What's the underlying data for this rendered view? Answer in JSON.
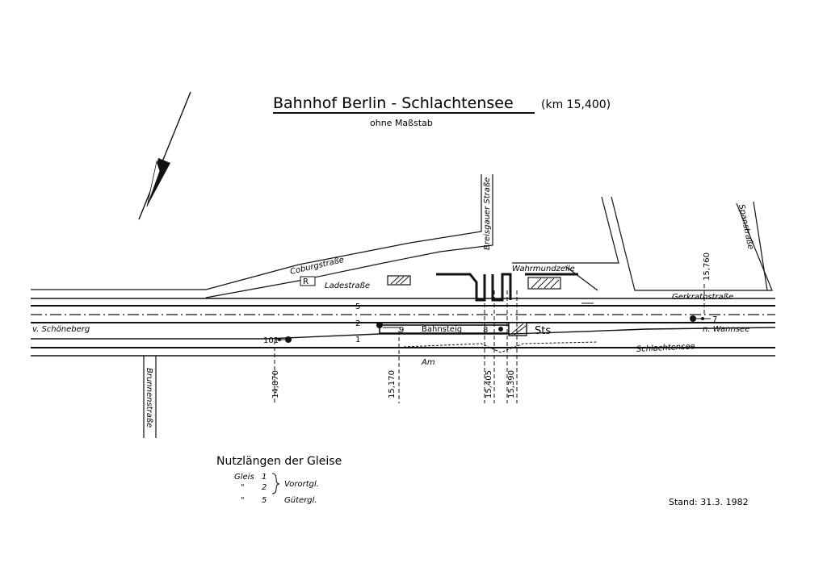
{
  "title": "Bahnhof  Berlin - Schlachtensee",
  "km": "(km 15,400)",
  "subtitle": "ohne Maßstab",
  "streets": {
    "coburg": "Coburgstraße",
    "breisgauer": "Breisgauer Straße",
    "ladestrasse": "Ladestraße",
    "wahrmund": "Wahrmundzeile",
    "gerkrath": "Gerkrathstraße",
    "am_schlachtensee_1": "Am",
    "am_schlachtensee_2": "Schlachtensee",
    "brunnenstrasse": "Brunnenstraße",
    "rechte_str": "Spanstraße"
  },
  "directions": {
    "from": "v. Schöneberg",
    "to": "n. Wannsee"
  },
  "track_numbers": {
    "t5": "5",
    "t2": "2",
    "t1": "1"
  },
  "signals": {
    "s101": "101",
    "s9": "9",
    "s8": "8",
    "s7": "7"
  },
  "buildings": {
    "r": "R",
    "sts": "Sts",
    "bahnsteig": "Bahnsteig"
  },
  "km_marks": [
    "14,870",
    "15,170",
    "15,405",
    "15,390",
    "15,760"
  ],
  "legend": {
    "heading": "Nutzlängen der Gleise",
    "gleis_label": "Gleis",
    "ditto": "\"",
    "ditto2": "\"",
    "g1": "1",
    "g2": "2",
    "g5": "5",
    "vorortgl": "Vorortgl.",
    "gutergl": "Gütergl."
  },
  "stand": "Stand: 31.3. 1982"
}
